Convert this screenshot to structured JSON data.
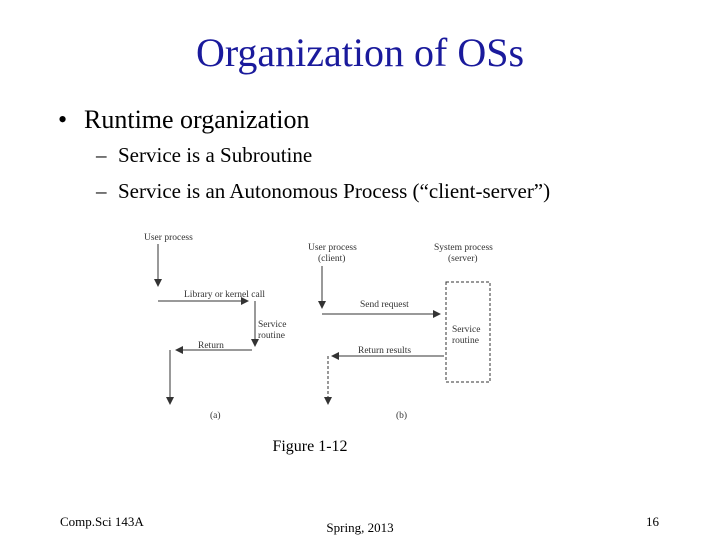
{
  "slide": {
    "title": "Organization of OSs",
    "bullet": "Runtime organization",
    "bullet_marker": "•",
    "subbullet_marker": "–",
    "subbullets": [
      "Service is a Subroutine",
      "Service is an Autonomous Process (“client-server”)"
    ]
  },
  "figure": {
    "a": {
      "user_process": "User process",
      "library_call": "Library or kernel call",
      "service_routine_line1": "Service",
      "service_routine_line2": "routine",
      "return": "Return",
      "label": "(a)"
    },
    "b": {
      "user_process_line1": "User process",
      "user_process_line2": "(client)",
      "system_process_line1": "System process",
      "system_process_line2": "(server)",
      "send_request": "Send request",
      "service_routine_line1": "Service",
      "service_routine_line2": "routine",
      "return_results": "Return results",
      "label": "(b)"
    },
    "caption": "Figure 1-12"
  },
  "footer": {
    "course": "Comp.Sci 143A",
    "term": "Spring, 2013",
    "page": "16"
  },
  "colors": {
    "title": "#1a1a9c",
    "text": "#000000",
    "diagram": "#333333"
  }
}
